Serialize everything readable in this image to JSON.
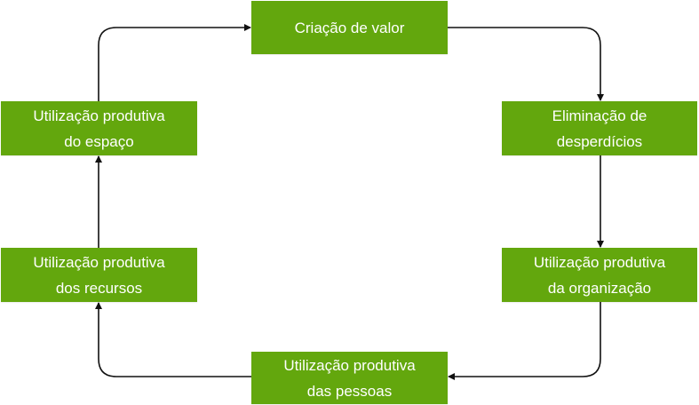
{
  "colors": {
    "node_fill": "#63a70d",
    "node_text": "#ffffff",
    "connector": "#111111"
  },
  "nodes": {
    "criacao": {
      "lines": [
        "Criação de valor"
      ]
    },
    "eliminacao": {
      "lines": [
        "Eliminação de",
        "desperdícios"
      ]
    },
    "organizacao": {
      "lines": [
        "Utilização produtiva",
        "da organização"
      ]
    },
    "pessoas": {
      "lines": [
        "Utilização produtiva",
        "das pessoas"
      ]
    },
    "recursos": {
      "lines": [
        "Utilização produtiva",
        "dos recursos"
      ]
    },
    "espaco": {
      "lines": [
        "Utilização produtiva",
        "do espaço"
      ]
    }
  },
  "flow": [
    "criacao",
    "eliminacao",
    "organizacao",
    "pessoas",
    "recursos",
    "espaco",
    "criacao"
  ]
}
